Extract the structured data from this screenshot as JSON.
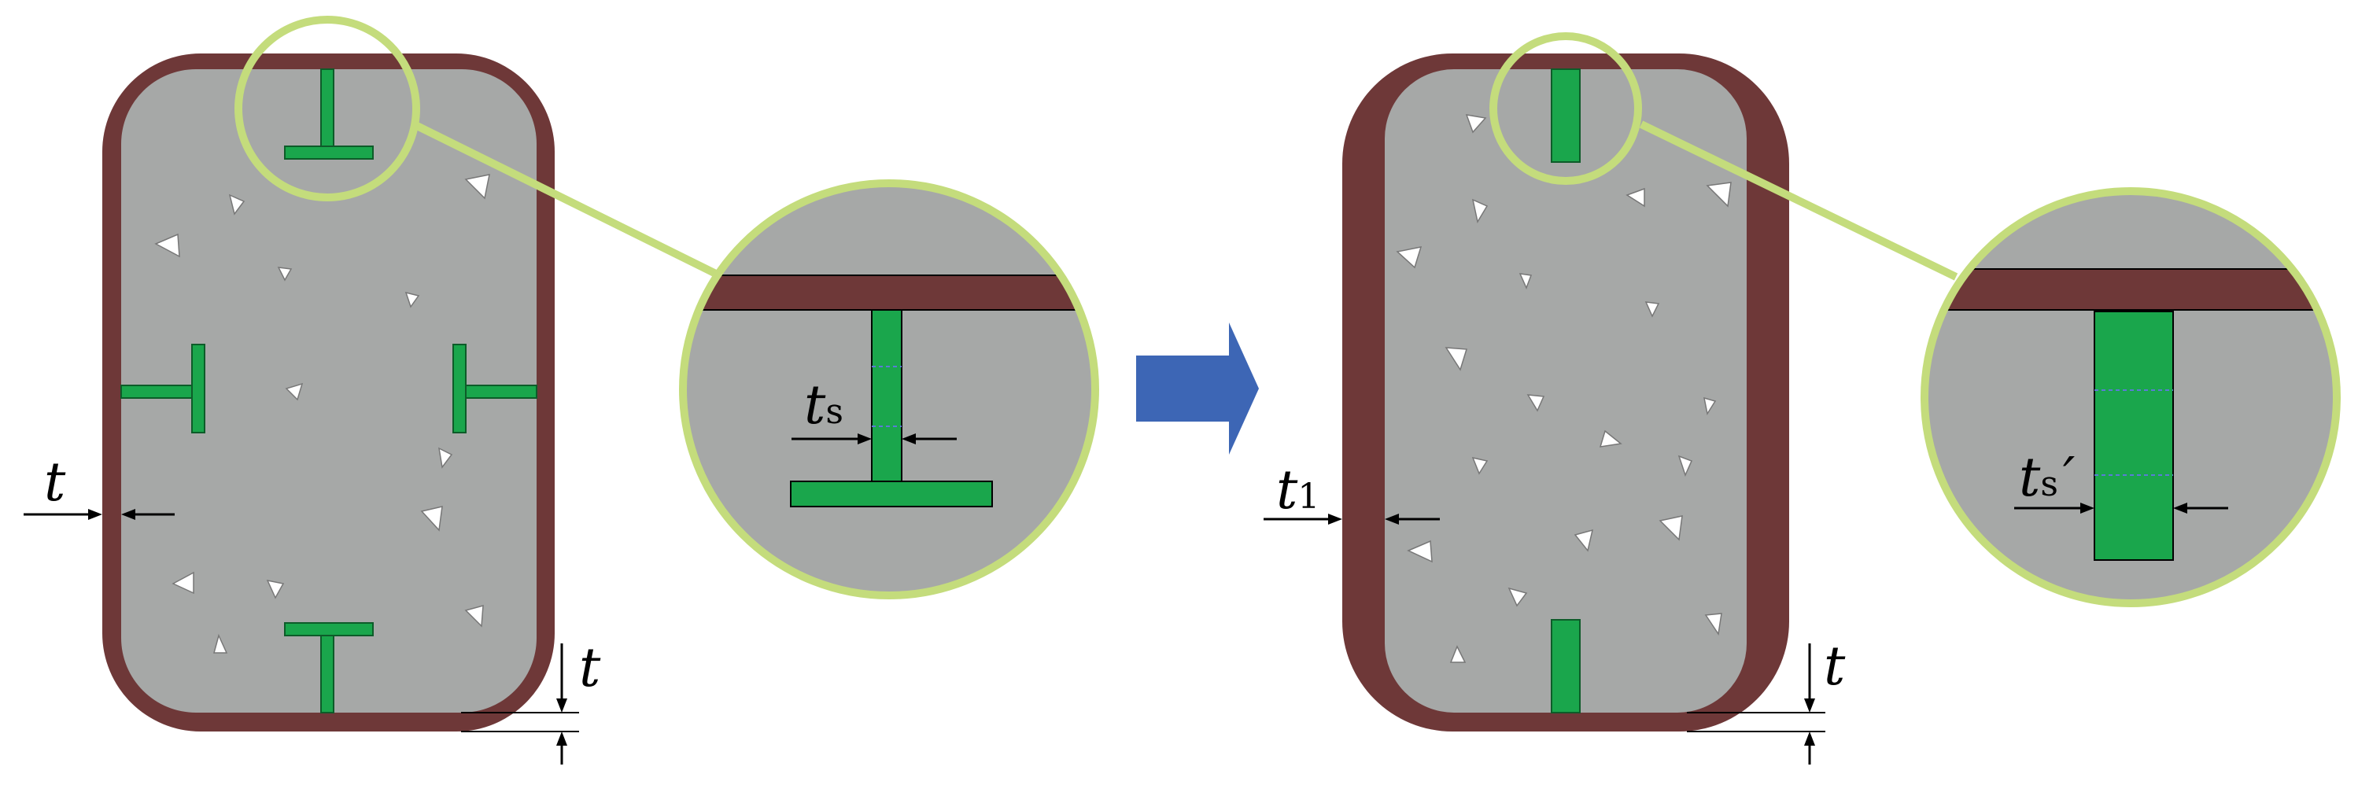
{
  "labels": {
    "left_wall_thickness": "t",
    "left_bottom_thickness": "t",
    "left_stiffener_thickness_main": "t",
    "left_stiffener_thickness_sub": "s",
    "right_wall_thickness_main": "t",
    "right_wall_thickness_sub": "1",
    "right_bottom_thickness": "t",
    "right_stiffener_thickness_main": "t",
    "right_stiffener_thickness_sub": "s",
    "right_stiffener_prime": "′"
  },
  "colors": {
    "steel_tube": "#6e3838",
    "concrete": "#a6a8a7",
    "stiffener": "#1aa64c",
    "magnifier_ring": "#c4dc7c",
    "arrow": "#3d66b5",
    "aggregate": "#ffffff",
    "dimension_line": "#000000",
    "weld_dash": "#5a7bd6"
  },
  "icons": {
    "transition": "right-arrow-icon",
    "aggregates": "triangle-aggregate-icon"
  }
}
